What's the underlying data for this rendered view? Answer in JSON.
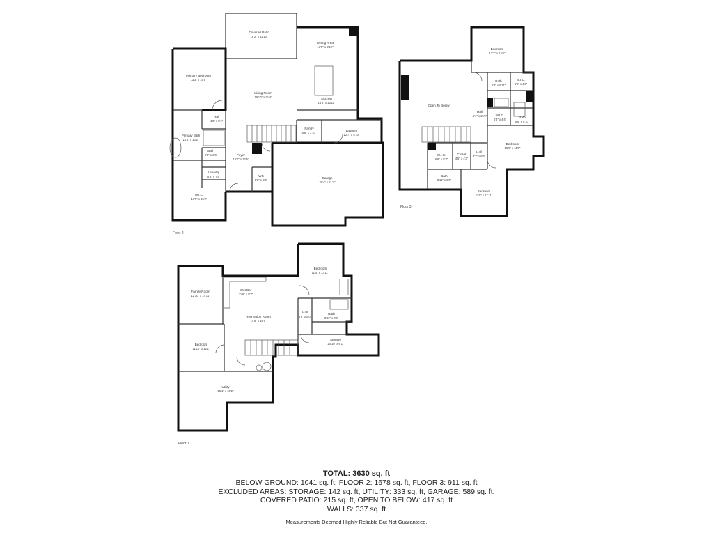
{
  "floors": {
    "floor2": {
      "label": "Floor 2",
      "rooms": {
        "covered_patio": {
          "name": "Covered Patio",
          "dim": "18'2\" x 11'10\""
        },
        "dining_area": {
          "name": "Dining Area",
          "dim": "13'8\" x 9'10\""
        },
        "primary_bedroom": {
          "name": "Primary Bedroom",
          "dim": "13'3\" x 15'5\""
        },
        "living_room": {
          "name": "Living Room",
          "dim": "18'10\" x 21'4\""
        },
        "kitchen": {
          "name": "Kitchen",
          "dim": "15'8\" x 13'11\""
        },
        "hall": {
          "name": "Hall",
          "dim": "4'0\" x 5'1\""
        },
        "pantry": {
          "name": "Pantry",
          "dim": "6'6\" x 3'10\""
        },
        "laundry_upper": {
          "name": "Laundry",
          "dim": "12'7\" x 5'10\""
        },
        "primary_bath": {
          "name": "Primary Bath",
          "dim": "14'8\" x 13'2\""
        },
        "bath": {
          "name": "Bath",
          "dim": "5'9\" x 3'6\""
        },
        "foyer": {
          "name": "Foyer",
          "dim": "12'1\" x 12'5\""
        },
        "garage": {
          "name": "Garage",
          "dim": "28'4\" x 21'4\""
        },
        "laundry_lower": {
          "name": "Laundry",
          "dim": "5'8\" x 7'4\""
        },
        "wc": {
          "name": "WC",
          "dim": "5'2\" x 5'6\""
        },
        "wic": {
          "name": "W.I.C.",
          "dim": "13'5\" x 15'2\""
        }
      }
    },
    "floor3": {
      "label": "Floor 3",
      "rooms": {
        "bedroom_top": {
          "name": "Bedroom",
          "dim": "13'3\" x 14'6\""
        },
        "open_below": {
          "name": "Open To Below",
          "dim": ""
        },
        "bath_a": {
          "name": "Bath",
          "dim": "5'8\" x 8'11\""
        },
        "wic_a": {
          "name": "W.I.C.",
          "dim": "5'9\" x 4'3\""
        },
        "hall": {
          "name": "Hall",
          "dim": "4'4\" x 15'2\""
        },
        "wic_b": {
          "name": "W.I.C.",
          "dim": "5'8\" x 4'4\""
        },
        "bath_b": {
          "name": "Bath",
          "dim": "5'6\" x 8'10\""
        },
        "bedroom_right": {
          "name": "Bedroom",
          "dim": "15'0\" x 11'3\""
        },
        "wic_c": {
          "name": "W.I.C.",
          "dim": "6'9\" x 5'3\""
        },
        "closet": {
          "name": "Closet",
          "dim": "4'5\" x 4'3\""
        },
        "hall_small": {
          "name": "Hall",
          "dim": "3'7\" x 6'6\""
        },
        "bath_c": {
          "name": "Bath",
          "dim": "8'11\" x 5'0\""
        },
        "bedroom_bottom": {
          "name": "Bedroom",
          "dim": "11'9\" x 11'11\""
        }
      }
    },
    "floor1": {
      "label": "Floor 1",
      "rooms": {
        "bedroom_top": {
          "name": "Bedroom",
          "dim": "11'4\" x 13'11\""
        },
        "family_room": {
          "name": "Family Room",
          "dim": "12'10\" x 14'11\""
        },
        "wet_bar": {
          "name": "Wet Bar",
          "dim": "11'6\" x 8'2\""
        },
        "hall": {
          "name": "Hall",
          "dim": "3'9\" x 8'0\""
        },
        "recreation_room": {
          "name": "Recreation Room",
          "dim": "14'8\" x 16'6\""
        },
        "bath": {
          "name": "Bath",
          "dim": "8'11\" x 6'0\""
        },
        "storage": {
          "name": "Storage",
          "dim": "20'10\" x 6'1\""
        },
        "bedroom_left": {
          "name": "Bedroom",
          "dim": "11'10\" x 12'1\""
        },
        "utility": {
          "name": "Utility",
          "dim": "25'1\" x 15'2\""
        }
      }
    }
  },
  "totals": {
    "title": "TOTAL: 3630 sq. ft",
    "line1": "BELOW GROUND: 1041 sq. ft, FLOOR 2: 1678 sq. ft, FLOOR 3: 911 sq. ft",
    "line2": "EXCLUDED AREAS: STORAGE: 142 sq. ft, UTILITY: 333 sq. ft, GARAGE: 589 sq. ft,",
    "line3": "COVERED PATIO: 215 sq. ft, OPEN TO BELOW: 417 sq. ft",
    "line4": "WALLS: 337 sq. ft",
    "disclaimer": "Measurements Deemed Highly Reliable But Not Guaranteed."
  }
}
